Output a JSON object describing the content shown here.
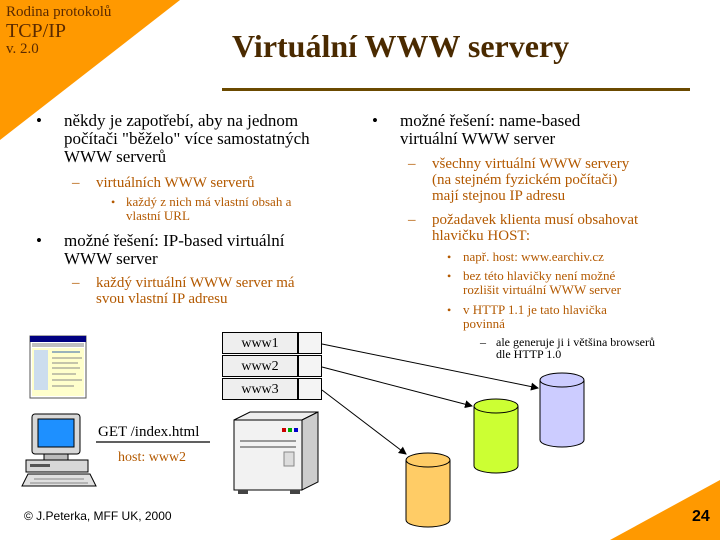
{
  "header": {
    "series_line1": "Rodina protokolů",
    "series_line2": "TCP/IP",
    "series_line3": "v. 2.0",
    "title": "Virtuální WWW servery"
  },
  "left": {
    "b1_line1": "někdy je zapotřebí, aby na jednom",
    "b1_line2": "počítači \"běželo\" více samostatných",
    "b1_line3": "WWW serverů",
    "b1_sub": "virtuálních WWW serverů",
    "b1_subsub_line1": "každý z nich má vlastní obsah a",
    "b1_subsub_line2": "vlastní URL",
    "b2_line1": "možné řešení: IP-based virtuální",
    "b2_line2": "WWW server",
    "b2_sub_line1": "každý virtuální WWW server má",
    "b2_sub_line2": "svou vlastní IP adresu"
  },
  "right": {
    "b_line1": "možné řešení: name-based",
    "b_line2": "virtuální WWW server",
    "s1_line1": "všechny virtuální WWW servery",
    "s1_line2": "(na stejném fyzickém počítači)",
    "s1_line3": "mají stejnou IP adresu",
    "s2_line1": "požadavek klienta musí obsahovat",
    "s2_line2": "hlavičku HOST:",
    "ss1": "např. host: www.earchiv.cz",
    "ss2_line1": "bez této hlavičky není možné",
    "ss2_line2": "rozlišit virtuální WWW server",
    "ss3_line1": "v HTTP 1.1 je tato hlavička",
    "ss3_line2": "povinná",
    "sss_line1": "ale generuje ji i většina browserů",
    "sss_line2": "dle HTTP 1.0"
  },
  "diagram": {
    "vhosts": [
      "www1",
      "www2",
      "www3"
    ],
    "request": "GET /index.html",
    "host_header": "host: www2",
    "colors": {
      "cyl_orange": "#ffcc66",
      "cyl_green": "#ccff33",
      "cyl_lavender": "#ccccff",
      "corner": "#ff9900"
    }
  },
  "footer": {
    "copyright": "© J.Peterka, MFF UK, 2000",
    "page": "24"
  }
}
